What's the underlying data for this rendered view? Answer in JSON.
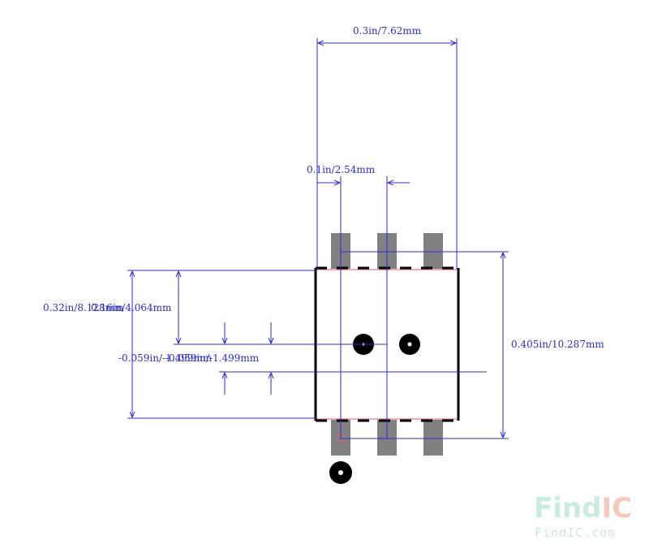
{
  "dimensions": {
    "overall_width": "0.3in/7.62mm",
    "pin_pitch": "0.1in/2.54mm",
    "body_height": "0.32in/8.128mm",
    "body_overlap": "0.16in/4.064mm",
    "hole_offset": "-0.059in/-1.499mm",
    "hole_offset_dup": "-0.059in/-1.499mm",
    "overall_height": "0.405in/10.287mm"
  },
  "watermark": {
    "brand_a": "Find",
    "brand_b": "IC",
    "site": "FindIC.com"
  },
  "colors": {
    "dimension": "#2b2bd8",
    "pad": "#808080",
    "outline": "#000000",
    "courtyard": "#e06060",
    "hole": "#000000",
    "watermark_a": "#c9ece0",
    "watermark_b": "#f4c9b9"
  },
  "counts": {
    "top_pads": 3,
    "bottom_pads": 3,
    "mounting_holes": 3
  }
}
